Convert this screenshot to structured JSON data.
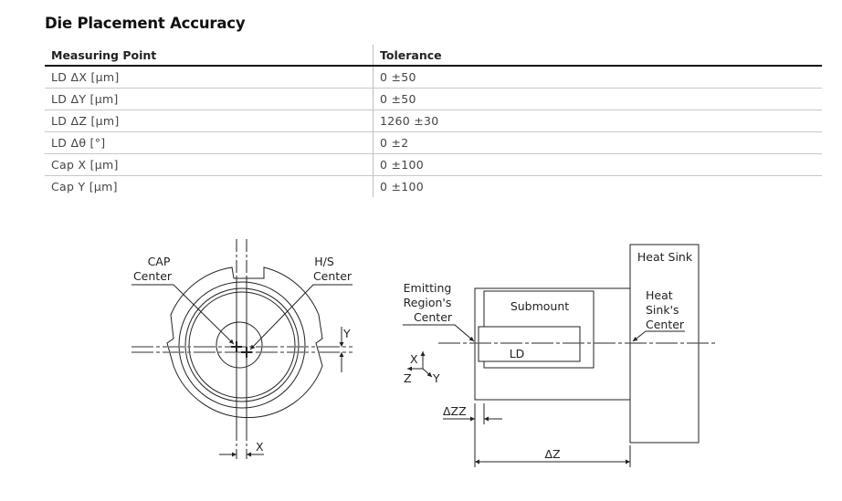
{
  "title": "Die Placement Accuracy",
  "table": {
    "headers": [
      "Measuring Point",
      "Tolerance"
    ],
    "rows": [
      {
        "point": "LD ΔX [µm]",
        "tolerance": "0 ±50"
      },
      {
        "point": "LD ΔY [µm]",
        "tolerance": "0 ±50"
      },
      {
        "point": "LD ΔZ [µm]",
        "tolerance": "1260 ±30"
      },
      {
        "point": "LD Δθ [°]",
        "tolerance": "0 ±2"
      },
      {
        "point": "Cap X [µm]",
        "tolerance": "0 ±100"
      },
      {
        "point": "Cap Y [µm]",
        "tolerance": "0 ±100"
      }
    ]
  },
  "front_view": {
    "cap_label_1": "CAP",
    "cap_label_2": "Center",
    "hs_label_1": "H/S",
    "hs_label_2": "Center",
    "y_dim": "Y",
    "x_dim": "X"
  },
  "side_view": {
    "emitting_1": "Emitting",
    "emitting_2": "Region's",
    "emitting_3": "Center",
    "submount": "Submount",
    "ld": "LD",
    "heat_sink": "Heat Sink",
    "hs_center_1": "Heat",
    "hs_center_2": "Sink's",
    "hs_center_3": "Center",
    "axis_x": "X",
    "axis_y": "Y",
    "axis_z": "Z",
    "dzz": "ΔZZ",
    "dz": "ΔZ"
  }
}
